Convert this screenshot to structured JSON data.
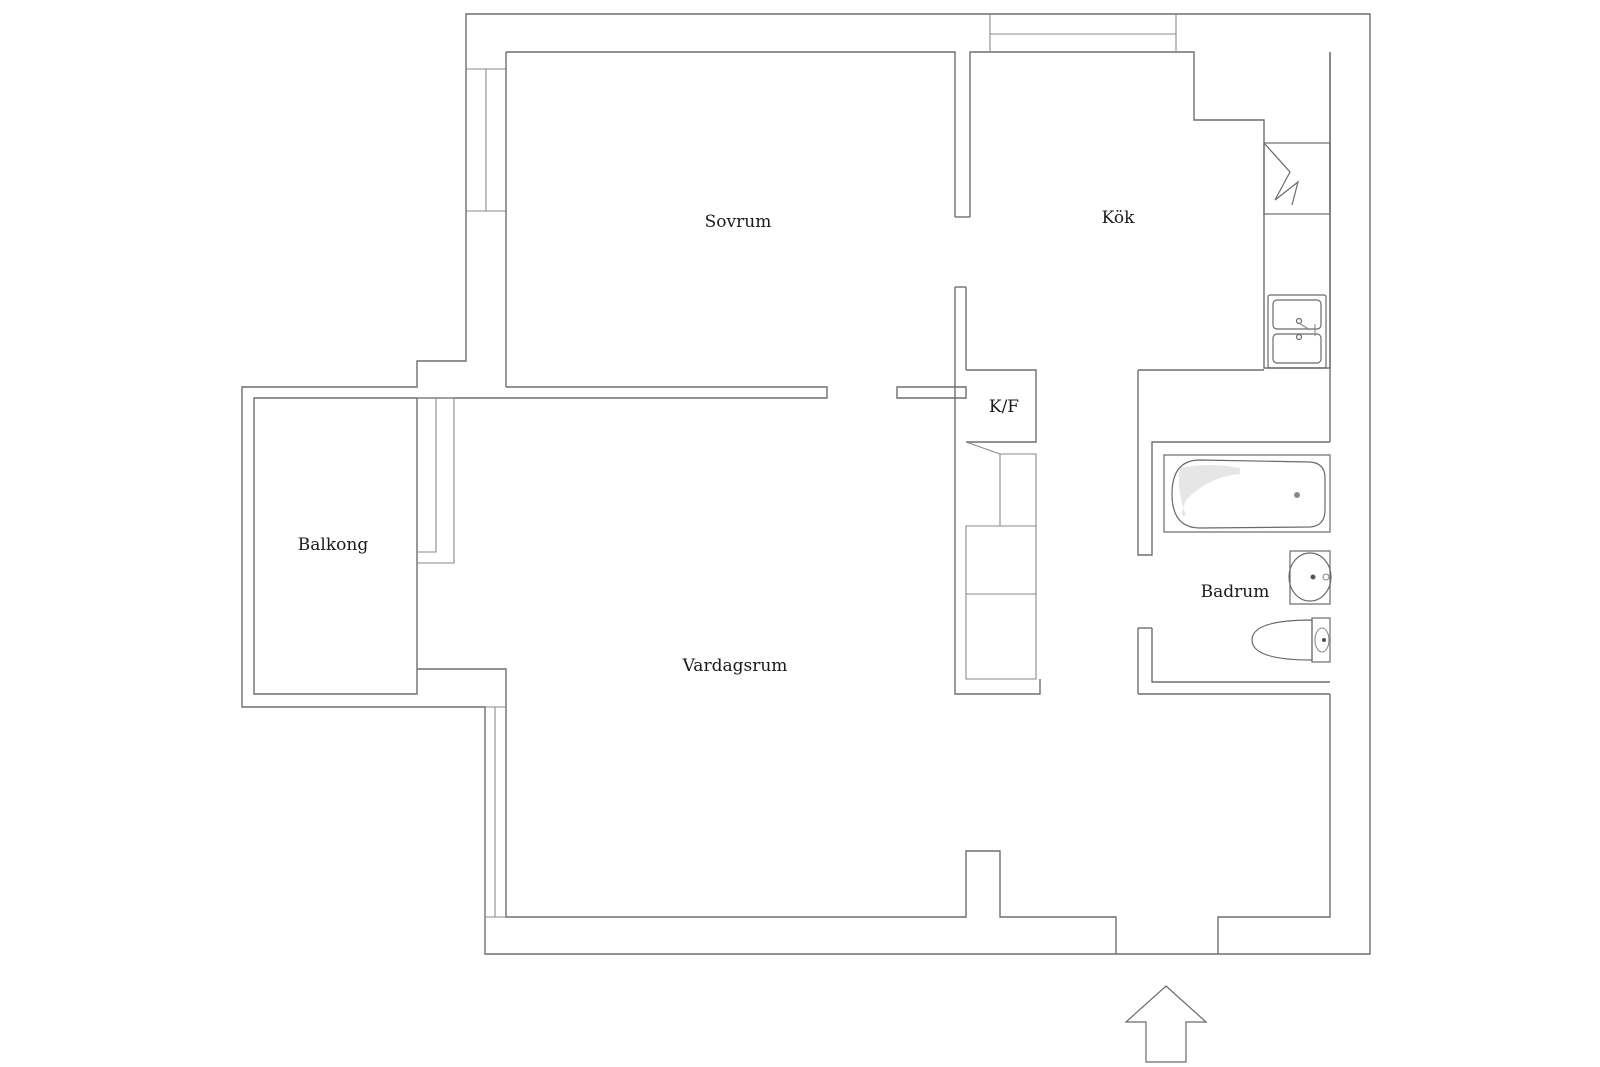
{
  "floor_plan": {
    "rooms": {
      "sovrum": "Sovrum",
      "kok": "Kök",
      "kf": "K/F",
      "balkong": "Balkong",
      "vardagsrum": "Vardagsrum",
      "badrum": "Badrum"
    },
    "icons": {
      "entrance": "entrance-arrow-icon",
      "stove": "stove-icon",
      "sink": "kitchen-sink-icon",
      "bathtub": "bathtub-icon",
      "washbasin": "washbasin-icon",
      "toilet": "toilet-icon"
    }
  }
}
